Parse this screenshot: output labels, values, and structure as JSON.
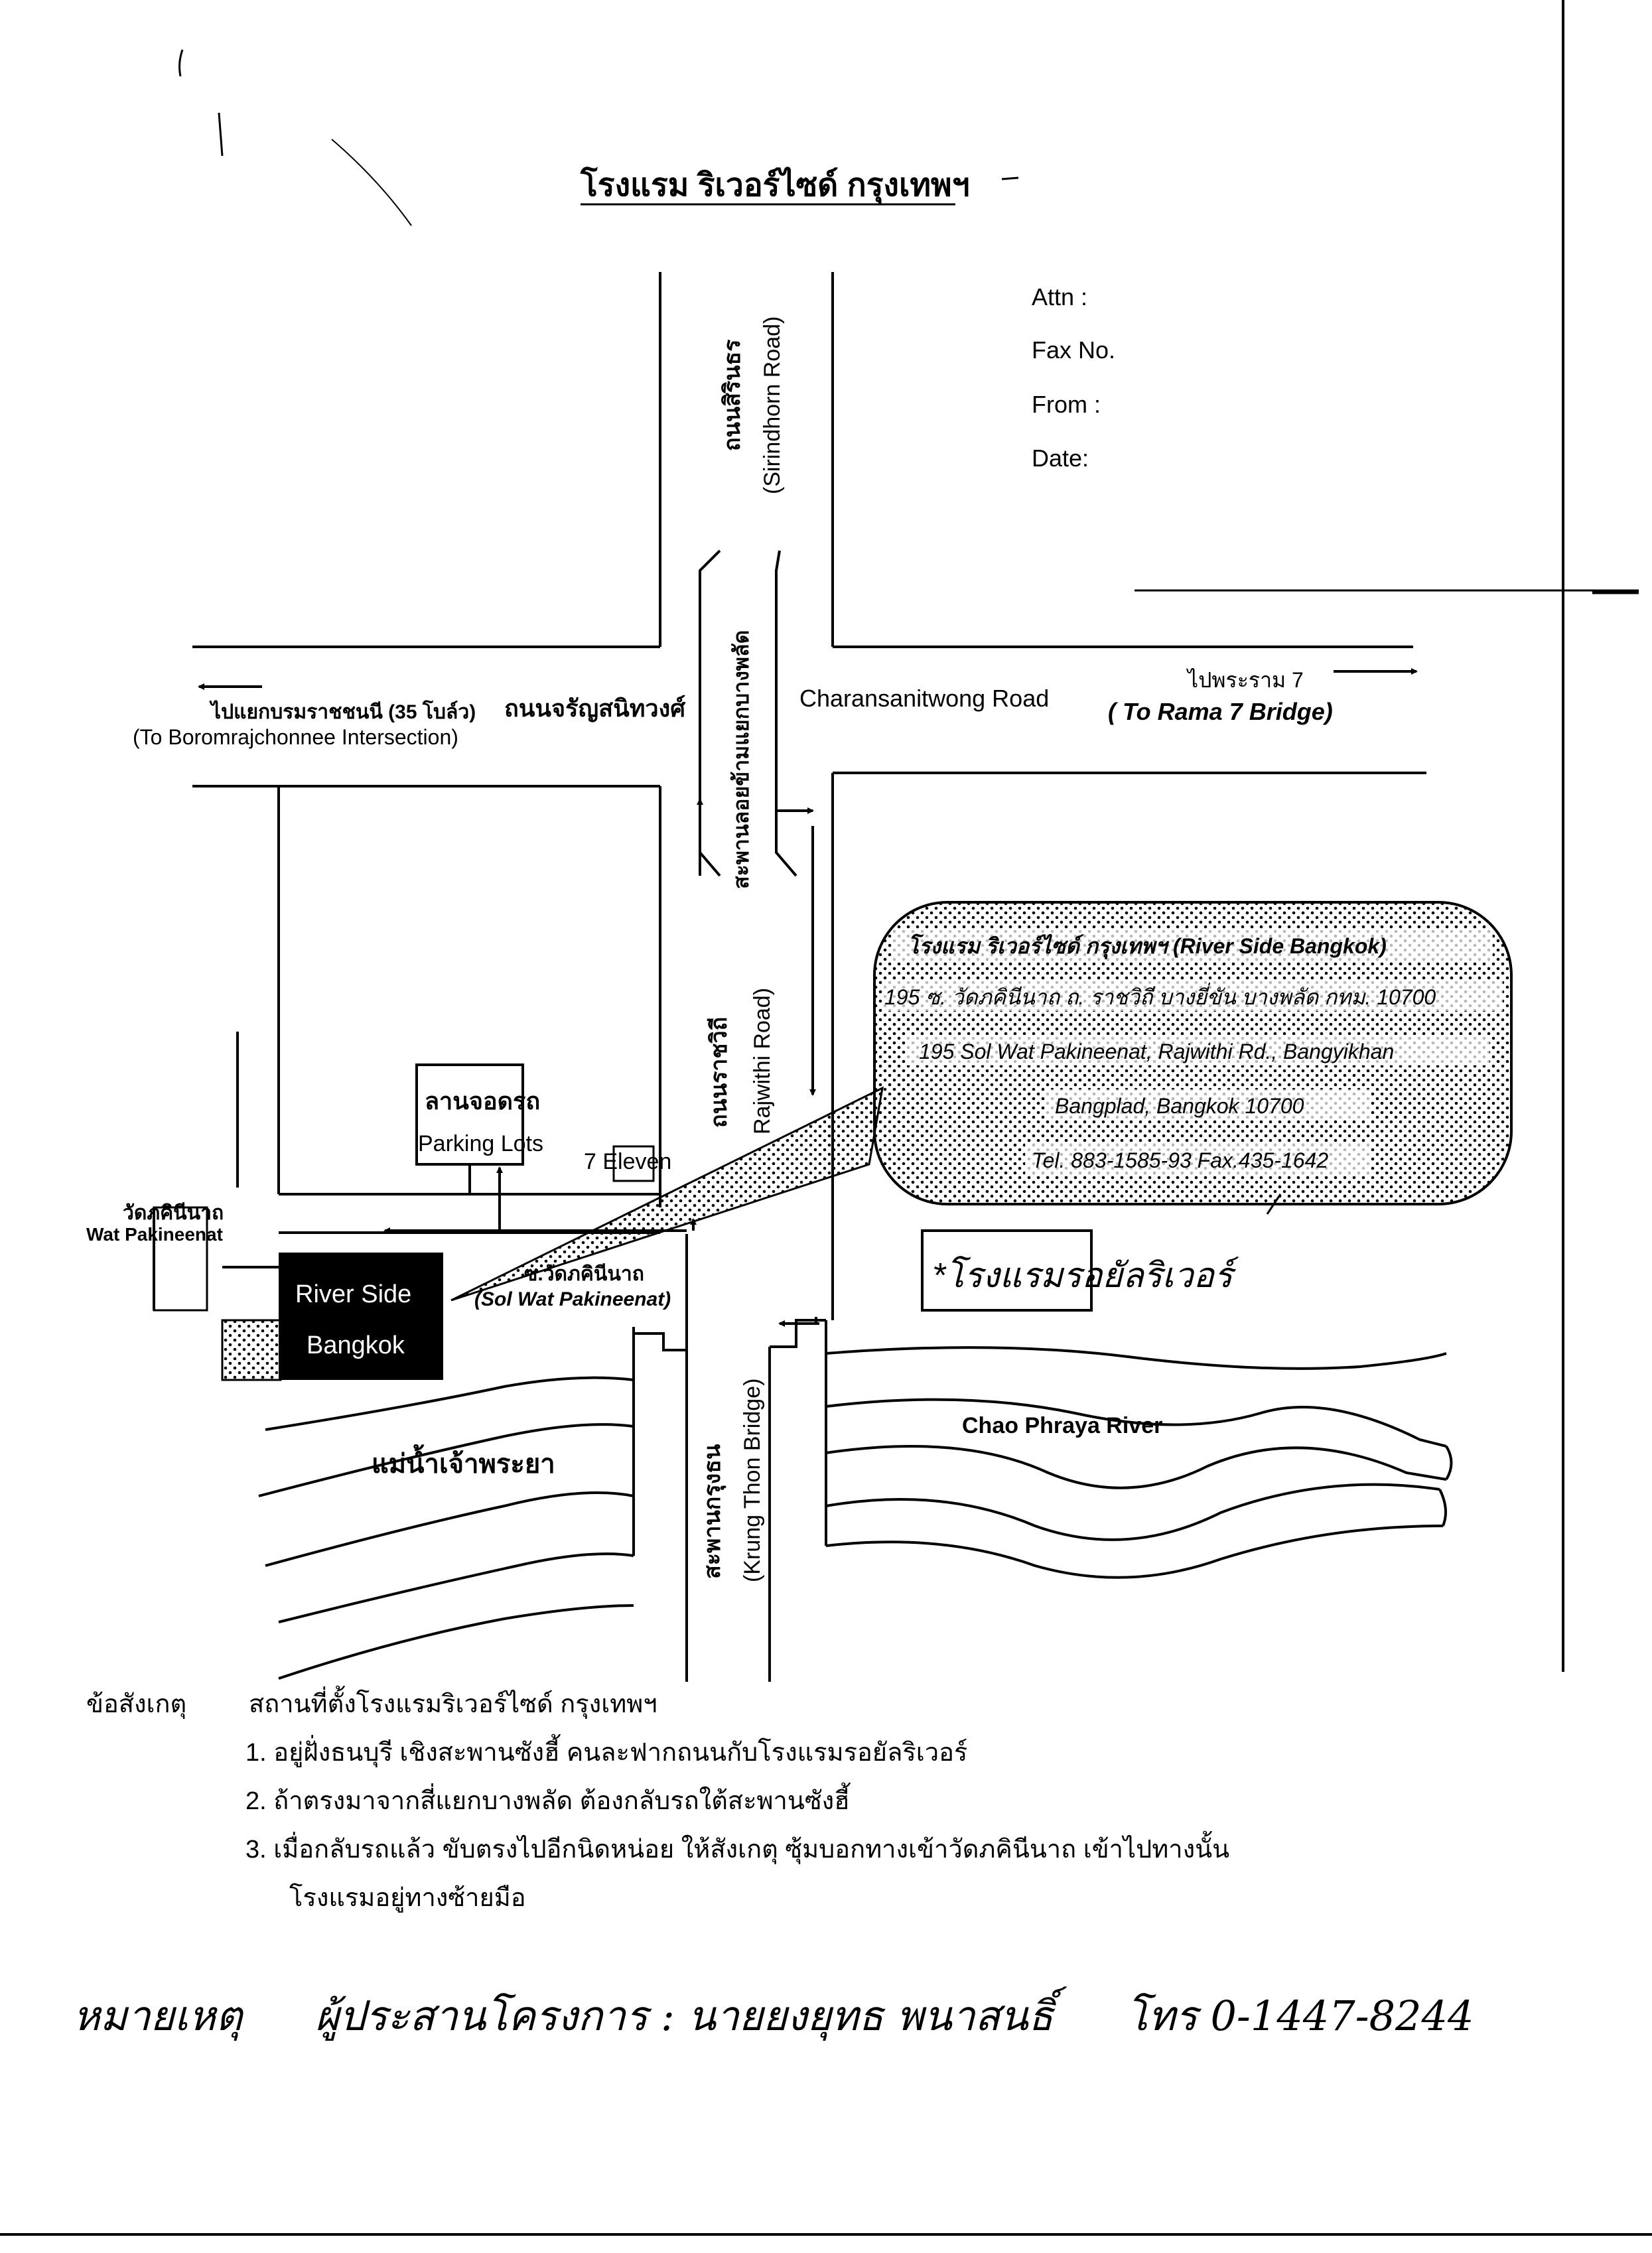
{
  "title": "โรงแรม ริเวอร์ไซด์ กรุงเทพฯ",
  "fax_header": {
    "attn": "Attn :",
    "fax_no": "Fax No.",
    "from": "From :",
    "date": "Date:"
  },
  "roads": {
    "sirindhorn_th": "ถนนสิรินธร",
    "sirindhorn_en": "(Sirindhorn Road)",
    "flyover": "สะพานลอยข้ามแยกบางพลัด",
    "charansanit_th": "ถนนจรัญสนิทวงศ์",
    "charansanit_en": "Charansanitwong Road",
    "to_borom_th": "ไปแยกบรมราชชนนี (35 โบล์ว)",
    "to_borom_en": "(To Boromrajchonnee Intersection)",
    "to_rama_th": "ไปพระราม 7",
    "to_rama_en": "( To Rama 7 Bridge)",
    "rajwithi_th": "ถนนราชวิถี",
    "rajwithi_en": "Rajwithi Road)",
    "krungthon_th": "สะพานกรุงธน",
    "krungthon_en": "(Krung Thon Bridge)",
    "soi_th": "ซ.วัดภคินีนาถ",
    "soi_en": "(Sol Wat Pakineenat)"
  },
  "places": {
    "parking_th": "ลานจอดรถ",
    "parking_en": "Parking Lots",
    "seven_eleven": "7 Eleven",
    "wat_th": "วัดภคินีนาถ",
    "wat_en": "Wat Pakineenat",
    "hotel_line1": "River Side",
    "hotel_line2": "Bangkok",
    "royal_river": "*โรงแรมรอยัลริเวอร์",
    "river_th": "แม่น้ำเจ้าพระยา",
    "river_en": "Chao Phraya River"
  },
  "callout": {
    "line1": "โรงแรม ริเวอร์ไซด์ กรุงเทพฯ (River Side Bangkok)",
    "line2": "195 ซ. วัดภคินีนาถ ถ. ราชวิถี บางยี่ขัน บางพลัด กทม. 10700",
    "line3": "195 Sol Wat Pakineenat, Rajwithi Rd., Bangyikhan",
    "line4": "Bangplad, Bangkok 10700",
    "line5": "Tel. 883-1585-93 Fax.435-1642"
  },
  "notes": {
    "label": "ข้อสังเกตุ",
    "heading": "สถานที่ตั้งโรงแรมริเวอร์ไซด์   กรุงเทพฯ",
    "items": [
      "1.  อยู่ฝั่งธนบุรี  เชิงสะพานซังฮี้  คนละฟากถนนกับโรงแรมรอยัลริเวอร์",
      "2.  ถ้าตรงมาจากสี่แยกบางพลัด  ต้องกลับรถใต้สะพานซังฮี้",
      "3.  เมื่อกลับรถแล้ว  ขับตรงไปอีกนิดหน่อย  ให้สังเกตุ  ซุ้มบอกทางเข้าวัดภคินีนาถ  เข้าไปทางนั้น"
    ],
    "item3_cont": "โรงแรมอยู่ทางซ้ายมือ"
  },
  "signature": {
    "label": "หมายเหตุ",
    "text": "ผู้ประสานโครงการ : นายยงยุทธ  พนาสนธิ์",
    "phone": "โทร 0-1447-8244"
  }
}
